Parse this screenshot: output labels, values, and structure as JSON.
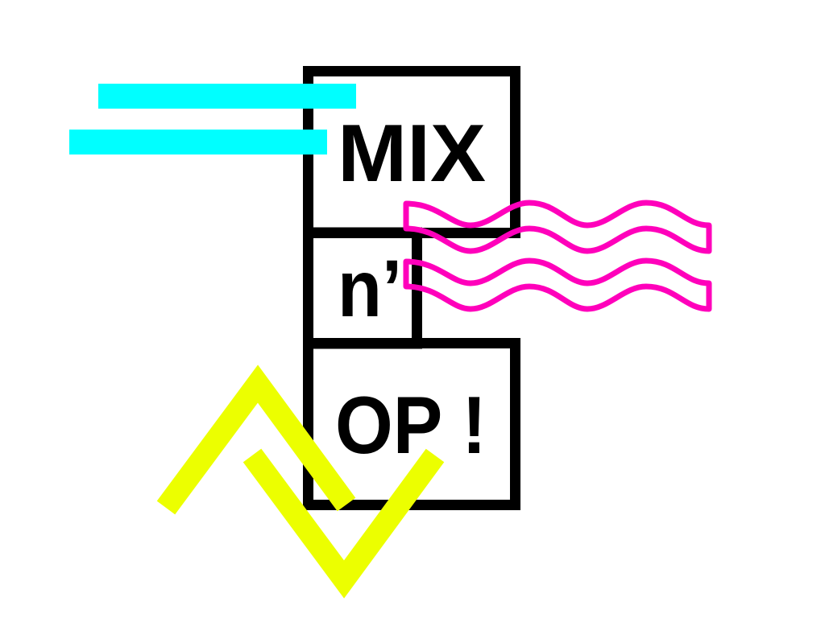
{
  "logo": {
    "line1": "MIX",
    "line2": "n’",
    "line3": "OP !"
  },
  "colors": {
    "frame": "#000000",
    "cyan": "#00ffff",
    "magenta": "#ff00bb",
    "yellow": "#ecff00"
  }
}
